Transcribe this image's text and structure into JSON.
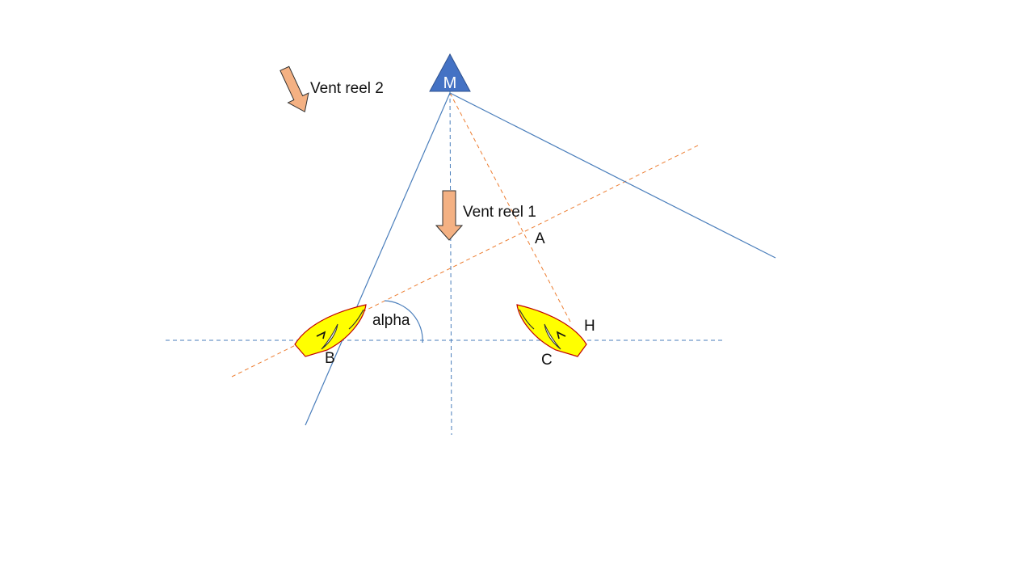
{
  "labels": {
    "mark": "M",
    "wind_1": "Vent reel 1",
    "wind_2": "Vent reel 2",
    "point_a": "A",
    "point_h": "H",
    "point_b": "B",
    "point_c": "C",
    "angle": "alpha"
  },
  "colors": {
    "mark_fill": "#4472c4",
    "layline": "#4a7ebb",
    "axis_dashed": "#4a7ebb",
    "course_dashed": "#ed7d31",
    "arrow_fill": "#f4b183",
    "arrow_stroke": "#2f2f2f",
    "boat_fill": "#ffff00",
    "boat_stroke": "#c00000",
    "sail": "#ffffff"
  },
  "icons": {
    "mark": "triangle-buoy-icon",
    "wind_arrow": "arrow-down-icon",
    "boat": "sailboat-icon"
  }
}
